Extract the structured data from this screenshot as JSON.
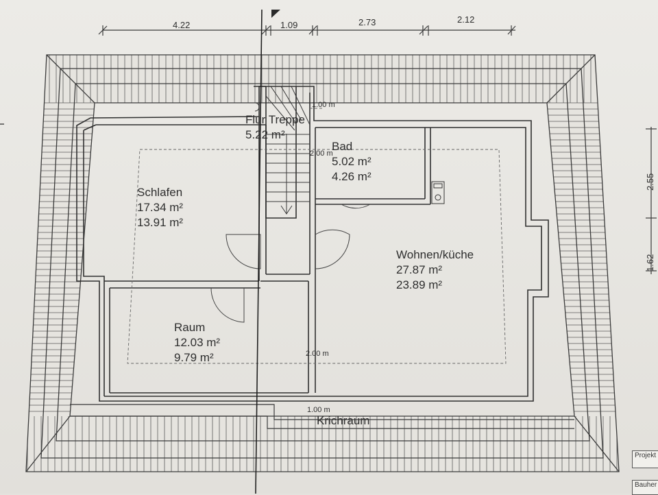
{
  "top_dimensions": [
    "4.22",
    "1.09",
    "2.73",
    "2.12"
  ],
  "right_dimensions": [
    "2.55",
    "1.62"
  ],
  "rooms": {
    "flur": {
      "name": "Flur Treppe",
      "area1": "5.22 m²"
    },
    "bad": {
      "name": "Bad",
      "area1": "5.02 m²",
      "area2": "4.26 m²"
    },
    "schlafen": {
      "name": "Schlafen",
      "area1": "17.34 m²",
      "area2": "13.91 m²"
    },
    "wohnen": {
      "name": "Wohnen/küche",
      "area1": "27.87 m²",
      "area2": "23.89 m²"
    },
    "raum": {
      "name": "Raum",
      "area1": "12.03 m²",
      "area2": "9.79 m²"
    },
    "kriechraum": {
      "name": "Krichraum"
    }
  },
  "height_marks": [
    "1.00 m",
    "2.00 m",
    "2.00 m",
    "1.00 m"
  ],
  "title_block": [
    "Projekt",
    "Bauher"
  ],
  "colors": {
    "line": "#3a3a3a",
    "paper": "#e9e8e4"
  }
}
